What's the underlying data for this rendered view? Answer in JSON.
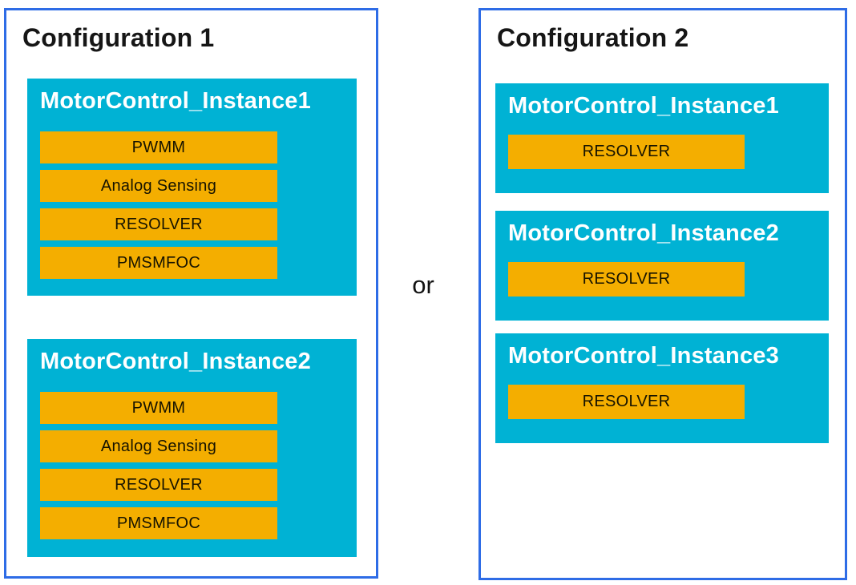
{
  "diagram": {
    "or_label": "or",
    "colors": {
      "panel_border_blue": "#2E6CE6",
      "instance_cyan": "#00B2D4",
      "module_orange": "#F4AE00",
      "panel_title_text": "#161616",
      "instance_title_text": "#FFFFFF",
      "module_text": "#161300"
    },
    "configurations": [
      {
        "title": "Configuration 1",
        "instances": [
          {
            "name": "MotorControl_Instance1",
            "modules": [
              "PWMM",
              "Analog Sensing",
              "RESOLVER",
              "PMSMFOC"
            ]
          },
          {
            "name": "MotorControl_Instance2",
            "modules": [
              "PWMM",
              "Analog Sensing",
              "RESOLVER",
              "PMSMFOC"
            ]
          }
        ]
      },
      {
        "title": "Configuration 2",
        "instances": [
          {
            "name": "MotorControl_Instance1",
            "modules": [
              "RESOLVER"
            ]
          },
          {
            "name": "MotorControl_Instance2",
            "modules": [
              "RESOLVER"
            ]
          },
          {
            "name": "MotorControl_Instance3",
            "modules": [
              "RESOLVER"
            ]
          }
        ]
      }
    ]
  }
}
